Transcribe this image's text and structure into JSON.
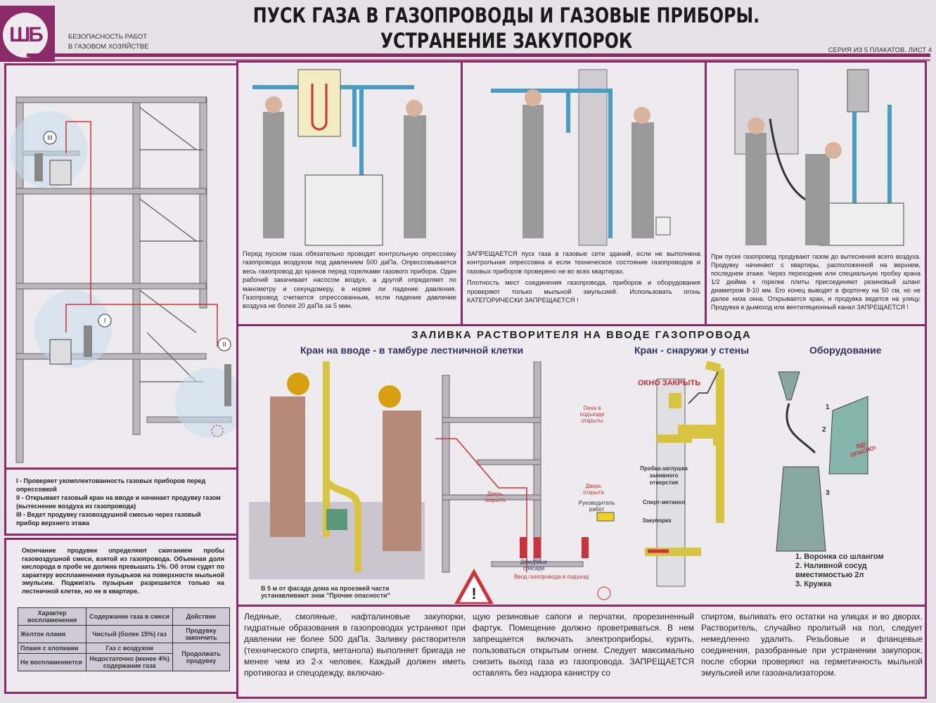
{
  "header": {
    "logo": "ШБ",
    "org_line1": "БЕЗОПАСНОСТЬ РАБОТ",
    "org_line2": "В ГАЗОВОМ ХОЗЯЙСТВЕ",
    "title_line1": "ПУСК ГАЗА В ГАЗОПРОВОДЫ И ГАЗОВЫЕ ПРИБОРЫ.",
    "title_line2": "УСТРАНЕНИЕ ЗАКУПОРОК",
    "series": "СЕРИЯ ИЗ 5 ПЛАКАТОВ. ЛИСТ 4"
  },
  "colors": {
    "accent": "#8a2a68",
    "pipe": "#4a9cc8",
    "warning": "#d0303a",
    "gas_pipe": "#d8c440"
  },
  "left": {
    "markers": [
      "I",
      "II",
      "III"
    ],
    "legend": [
      "I - Проверяет укомплектованность газовых приборов перед опрессовкой",
      "II - Открывает газовый кран на вводе и начинает продувку газом (вытеснение воздуха из газопровода)",
      "III - Ведет продувку газовоздушной смесью через газовый прибор верхнего этажа"
    ],
    "purge_text": "Окончание продувки определяют сжиганием пробы газовоздушной смеси, взятой из газопровода. Объемная доля кислорода в пробе не должна превышать 1%. Об этом судят по характеру воспламенения пузырьков на поверхности мыльной эмульсии. Поджигать пузырьки разрешается только на лестничной клетке, но не в квартире.",
    "table": {
      "headers": [
        "Характер воспламенения",
        "Содержание газа в смеси",
        "Действие"
      ],
      "rows": [
        [
          "Желтое пламя",
          "Чистый (более 15%) газ",
          "Продувку закончить"
        ],
        [
          "Пламя с хлопками",
          "Газ с воздухом",
          "Продолжать продувку"
        ],
        [
          "Не воспламеняется",
          "Недостаточно (менее 4%) содержание газа",
          ""
        ]
      ]
    }
  },
  "top_panels": [
    {
      "text": "Перед пуском газа обязательно проводят контрольную опрессовку газопровода воздухом под давлением 500 даПа. Опрессовывается весь газопровод до кранов перед горелками газового прибора. Один рабочий закачивает насосом воздух, а другой определяет по манометру и секундомеру, в норме ли падение давления. Газопровод считается опрессованным, если падение давление воздуха не более 20 даПа за 5 мин."
    },
    {
      "text": "ЗАПРЕЩАЕТСЯ пуск газа в газовые сети зданий, если не выполнена контрольная опрессовка и если техническое состояние газопроводов и газовых приборов проверено не во всех квартирах.",
      "text2": "Плотность мест соединения газопровода, приборов и оборудования проверяют только мыльной эмульсией. Использовать огонь КАТЕГОРИЧЕСКИ ЗАПРЕЩАЕТСЯ !"
    },
    {
      "text": "При пуске газопровод продувают газом до вытеснения всего воздуха. Продувку начинают с квартиры, расположенной на верхнем, последнем этаже. Через переходник или специальную пробку крана 1/2 дюйма к горелке плиты присоединяют резиновый шланг диаметром 8-10 мм. Его конец выводят в форточку на 50 см, но не далее низа окна. Открывается кран, и продувка ведется на улицу. Продувка в дымоход или вентиляционный канал ЗАПРЕЩАЕТСЯ !"
    }
  ],
  "middle": {
    "title": "ЗАЛИВКА РАСТВОРИТЕЛЯ НА ВВОДЕ ГАЗОПРОВОДА",
    "sub1": "Кран на вводе - в тамбуре лестничной клетки",
    "sub2": "Кран - снаружи у стены",
    "sub3": "Оборудование",
    "labels": {
      "windows": "Окна в подъезде открыты",
      "door_closed": "Дверь закрыта",
      "door_open": "Дверь открыта",
      "supervisor": "Руководитель работ",
      "fitters": "Дежурные слесари",
      "gas_inlet": "Ввод газопровода в подъезд",
      "close_window": "ОКНО ЗАКРЫТЬ",
      "plug": "Пробка-заглушка заливного отверстия",
      "alcohol": "Спирт-метанол",
      "blockage": "Закупорка",
      "poison": "ЯД! ОПАСНО!"
    },
    "sign_note": "В 5 м от фасада дома на проезжей части устанавливают знак \"Прочие опасности\"",
    "equipment_numbers": [
      "1",
      "2",
      "3"
    ],
    "equipment": [
      "1. Воронка со шлангом",
      "2. Наливной сосуд вместимостью 2л",
      "3. Кружка"
    ]
  },
  "bottom": {
    "columns": [
      "Ледяные, смоляные, нафталиновые закупорки, гидратные образования в газопроводах устраняют при давлении не более 500 даПа. Заливку растворителя (технического спирта, метанола) выполняет бригада не менее чем из 2-х человек. Каждый должен иметь противогаз и спецодежду, включаю-",
      "щую резиновые сапоги и перчатки, прорезиненный фартук. Помещение должно проветриваться. В нем запрещается включать электроприборы, курить, пользоваться открытым огнем. Следует максимально снизить выход газа из газопровода. ЗАПРЕЩАЕТСЯ оставлять без надзора канистру со",
      "спиртом, выливать его остатки на улицах и во дворах. Растворитель, случайно пролитый на пол, следует немедленно удалить. Резьбовые и фланцевые соединения, разобранные при устранении закупорок, после сборки проверяют на герметичность мыльной эмульсией или газоанализатором."
    ]
  }
}
